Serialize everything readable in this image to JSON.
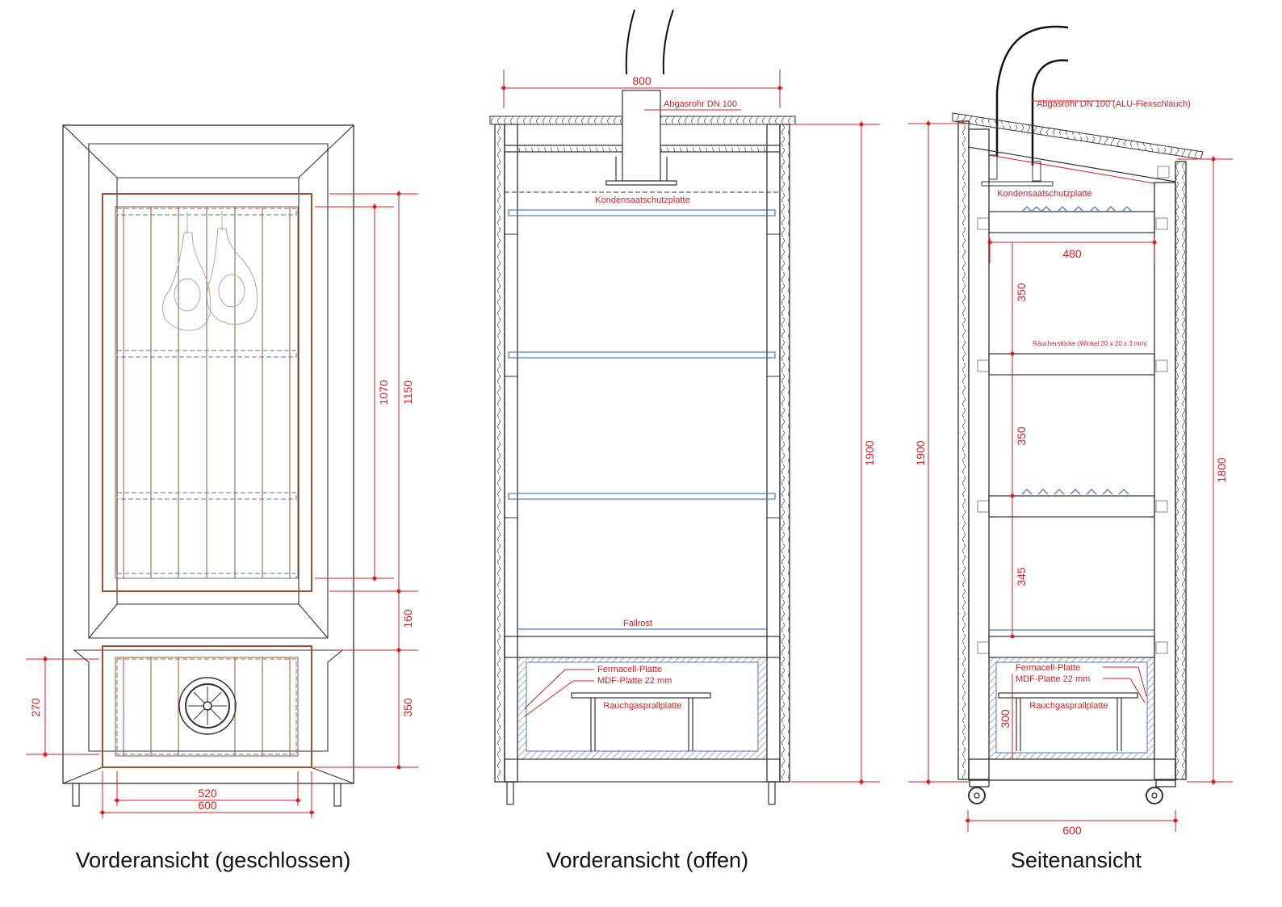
{
  "colors": {
    "line": "#333333",
    "dimension": "#d91e24",
    "wood": "#a0522d",
    "glass": "#4a78c2",
    "dashed": "#5577aa"
  },
  "views": {
    "front_closed": {
      "caption": "Vorderansicht (geschlossen)",
      "dims": {
        "d1150": "1150",
        "d1070": "1070",
        "d160": "160",
        "d350": "350",
        "d270": "270",
        "d520": "520",
        "d600": "600"
      }
    },
    "front_open": {
      "caption": "Vorderansicht (offen)",
      "dims": {
        "d800": "800",
        "d1900": "1900"
      },
      "labels": {
        "abgas": "Abgasrohr DN 100",
        "kondens": "Kondensaatschutzplatte",
        "fallrost": "Fallrost",
        "fermacell": "Fermacell-Platte",
        "mdf": "MDF-Platte 22 mm",
        "rauch": "Rauchgasprallplatte"
      }
    },
    "side": {
      "caption": "Seitenansicht",
      "dims": {
        "d1900": "1900",
        "d1800": "1800",
        "d480": "480",
        "d350a": "350",
        "d350b": "350",
        "d345": "345",
        "d300": "300",
        "d600": "600"
      },
      "labels": {
        "abgas": "Abgasrohr DN 100 (ALU-Flexschlauch)",
        "kondens": "Kondensaatschutzplatte",
        "raeucher": "Räucherstöcke (Winkel 20 x 20 x 3 mm)",
        "fermacell": "Fermacell-Platte",
        "mdf": "MDF-Platte 22 mm",
        "rauch": "Rauchgasprallplatte"
      }
    }
  }
}
